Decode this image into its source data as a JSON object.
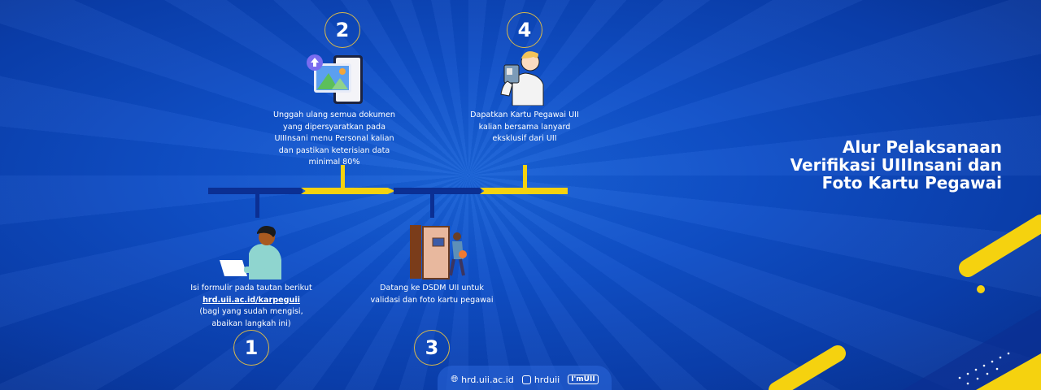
{
  "title": [
    "Alur Pelaksanaan",
    "Verifikasi UIIInsani dan",
    "Foto Kartu Pegawai"
  ],
  "steps": [
    {
      "number": "1",
      "lines": [
        "Isi formulir pada tautan berikut",
        "hrd.uii.ac.id/karpeguii",
        "(bagi yang sudah mengisi,",
        "abaikan langkah ini)"
      ]
    },
    {
      "number": "2",
      "lines": [
        "Unggah ulang semua dokumen",
        "yang dipersyaratkan pada",
        "UIIInsani menu Personal kalian",
        "dan pastikan keterisian data",
        "minimal 80%"
      ]
    },
    {
      "number": "3",
      "lines": [
        "Datang ke DSDM UII untuk",
        "validasi dan foto kartu pegawai"
      ]
    },
    {
      "number": "4",
      "lines": [
        "Dapatkan Kartu Pegawai UII",
        "kalian bersama lanyard",
        "eksklusif dari UII"
      ]
    }
  ],
  "footer": {
    "website": "hrd.uii.ac.id",
    "instagram": "hrduii",
    "brand": "I'mUII"
  },
  "colors": {
    "yellow": "#f5d20f",
    "dark_blue": "#0b2f93",
    "gold": "#d8b84a"
  }
}
